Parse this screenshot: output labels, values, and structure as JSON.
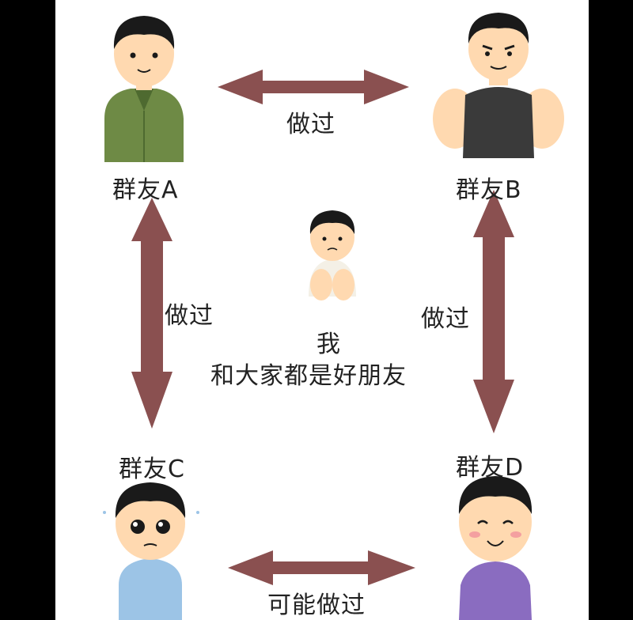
{
  "labels": {
    "friend_a": "群友A",
    "friend_b": "群友B",
    "friend_c": "群友C",
    "friend_d": "群友D",
    "edge_ab": "做过",
    "edge_ac": "做过",
    "edge_bd": "做过",
    "edge_cd": "可能做过",
    "me": "我",
    "me_caption": "和大家都是好朋友"
  },
  "colors": {
    "arrow": "#8a5050",
    "shirt_a": "#6e8a45",
    "shirt_b": "#3a3a3a",
    "shirt_c": "#9cc4e6",
    "shirt_d": "#8a6cc0",
    "hair": "#1a1a1a",
    "skin": "#ffd9b0",
    "background": "#ffffff",
    "frame": "#000000"
  },
  "icons": {
    "friend_a": "person-green-jacket-icon",
    "friend_b": "person-muscular-tanktop-icon",
    "friend_c": "person-worried-icon",
    "friend_d": "person-smiling-icon",
    "me": "person-sitting-hugging-knees-icon"
  }
}
